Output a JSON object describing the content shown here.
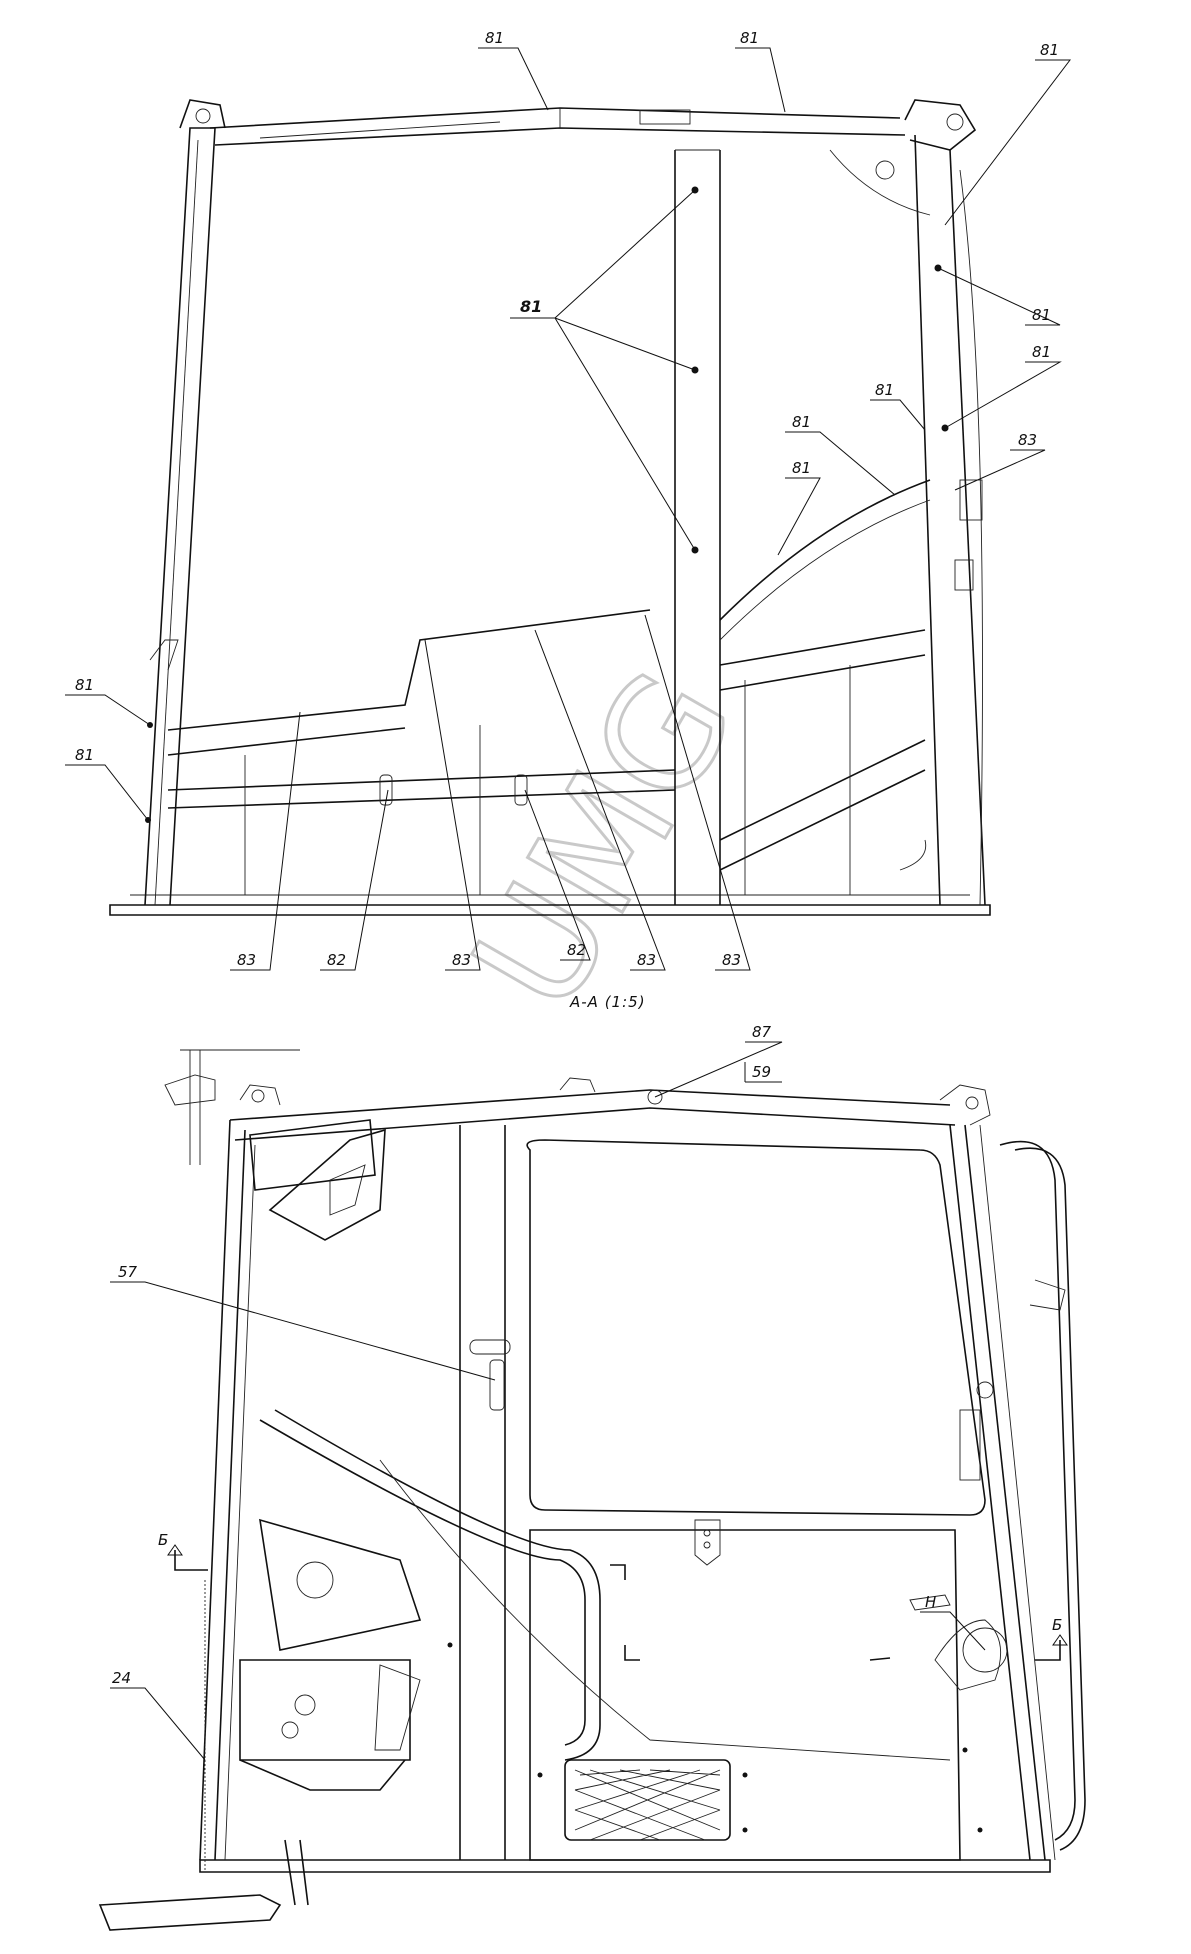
{
  "watermark": "UMG",
  "section_title": "А-А (1:5)",
  "upper_view": {
    "labels": {
      "l81_top_a": "81",
      "l81_top_b": "81",
      "l81_top_c": "81",
      "l81_center": "81",
      "l81_r1": "81",
      "l81_r2": "81",
      "l81_r3": "81",
      "l81_r4": "81",
      "l81_r5": "81",
      "l81_left_a": "81",
      "l81_left_b": "81",
      "l83_r": "83",
      "l83_b1": "83",
      "l82_b1": "82",
      "l83_b2": "83",
      "l82_b2": "82",
      "l83_b3": "83",
      "l83_b4": "83"
    }
  },
  "lower_view": {
    "labels": {
      "l87": "87",
      "l59": "59",
      "l57": "57",
      "l24": "24",
      "lH": "Н",
      "lB_left": "Б",
      "lB_right": "Б"
    }
  }
}
